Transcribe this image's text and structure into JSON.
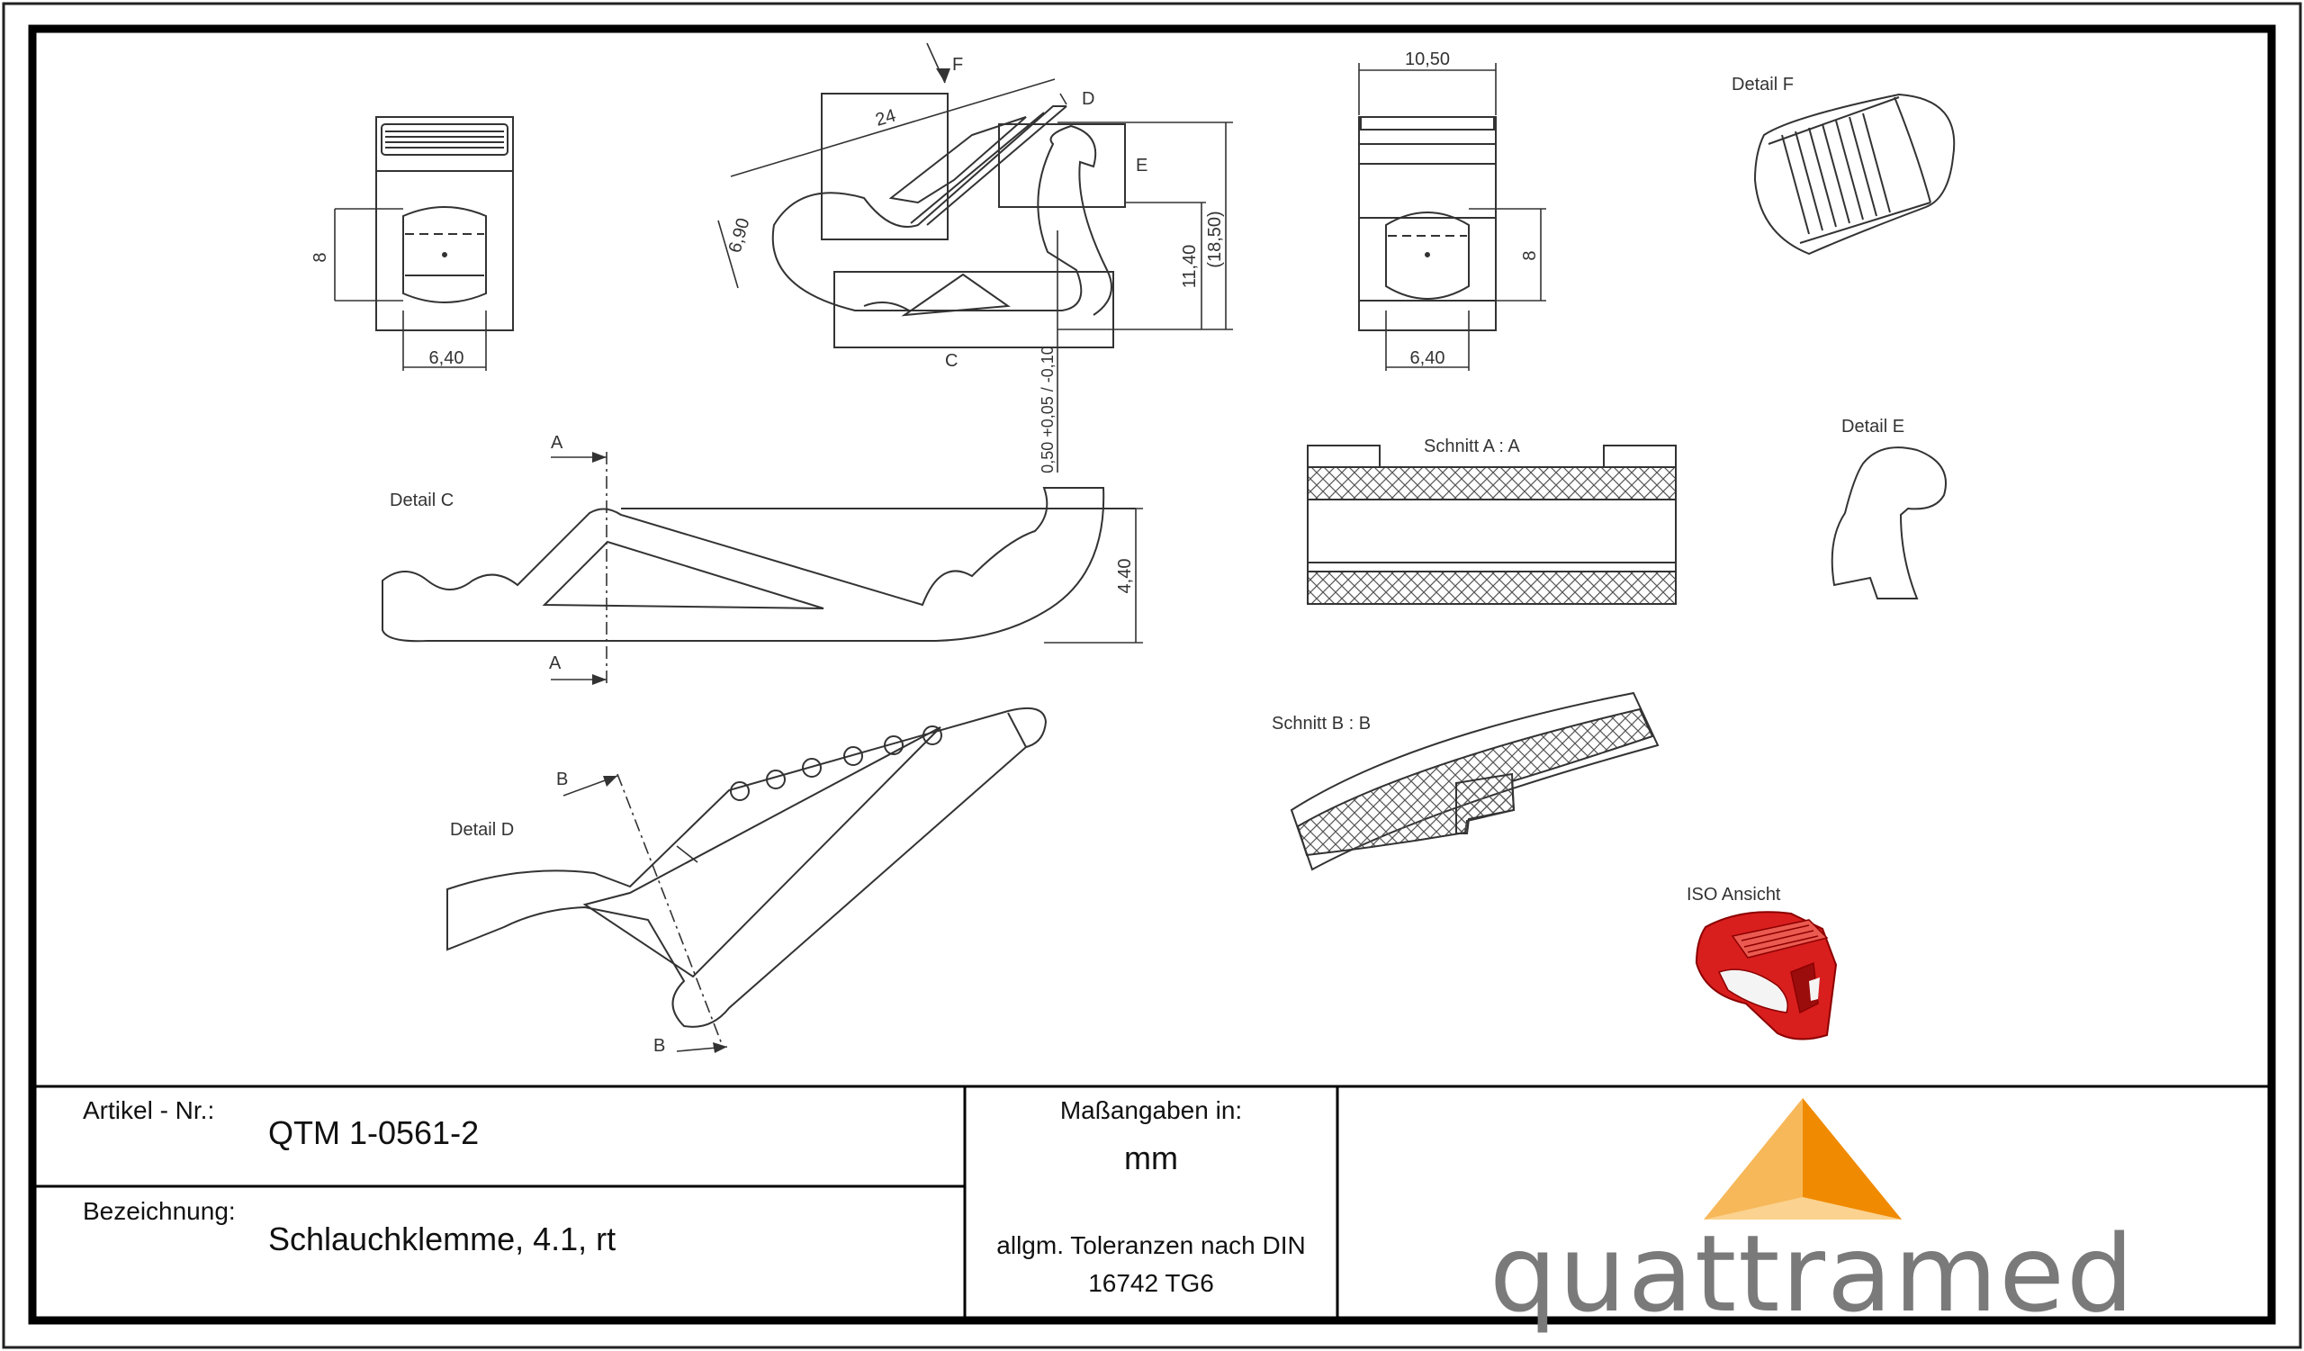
{
  "views": {
    "detail_c": "Detail C",
    "detail_d": "Detail D",
    "detail_e": "Detail E",
    "detail_f": "Detail F",
    "section_aa": "Schnitt A : A",
    "section_bb": "Schnitt B : B",
    "iso": "ISO Ansicht"
  },
  "markers": {
    "a": "A",
    "b": "B",
    "c": "C",
    "d": "D",
    "e": "E",
    "f": "F"
  },
  "dimensions": {
    "d_10_50": "10,50",
    "d_24": "24",
    "d_6_90": "6,90",
    "d_8": "8",
    "d_6_40": "6,40",
    "d_11_40": "11,40",
    "d_18_50": "(18,50)",
    "d_gap": "0,50 +0,05 / -0,10",
    "d_4_40": "4,40"
  },
  "title_block": {
    "article_label": "Artikel - Nr.:",
    "article_value": "QTM 1-0561-2",
    "designation_label": "Bezeichnung:",
    "designation_value": "Schlauchklemme, 4.1, rt",
    "units_label": "Maßangaben in:",
    "units_value": "mm",
    "tolerance_line1": "allgm. Toleranzen nach DIN",
    "tolerance_line2": "16742 TG6",
    "brand": "quattramed"
  },
  "colors": {
    "line": "#333333",
    "part_red": "#d91e1e",
    "logo_light": "#f7b85a",
    "logo_dark": "#f08a00",
    "brand_grey": "#7a7a7a"
  }
}
